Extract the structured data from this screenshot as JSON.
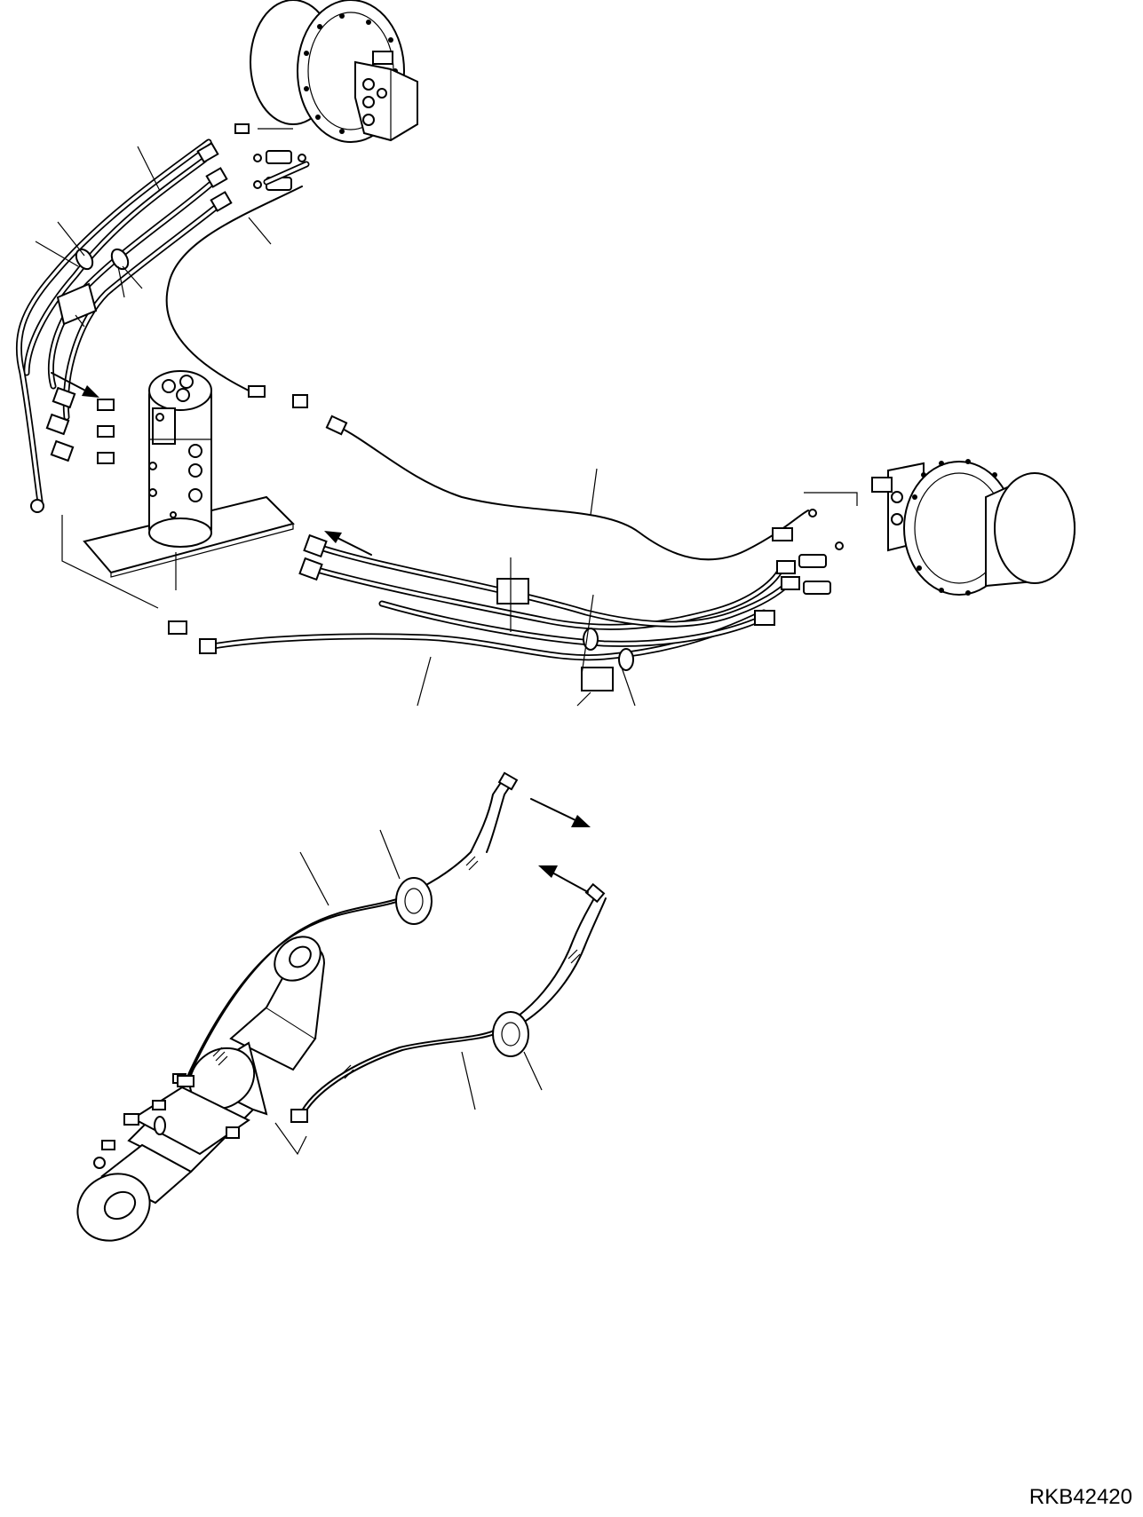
{
  "figure": {
    "drawing_code": "RKB42420"
  },
  "parts": [
    {
      "id": "travel-motor-left",
      "kind": "travel motor"
    },
    {
      "id": "travel-motor-right",
      "kind": "travel motor"
    },
    {
      "id": "swivel-joint",
      "kind": "center swivel joint"
    },
    {
      "id": "hydraulic-cylinder",
      "kind": "cylinder"
    },
    {
      "id": "grommet",
      "kind": "grommet"
    },
    {
      "id": "hose",
      "kind": "hose"
    },
    {
      "id": "band",
      "kind": "band"
    }
  ]
}
